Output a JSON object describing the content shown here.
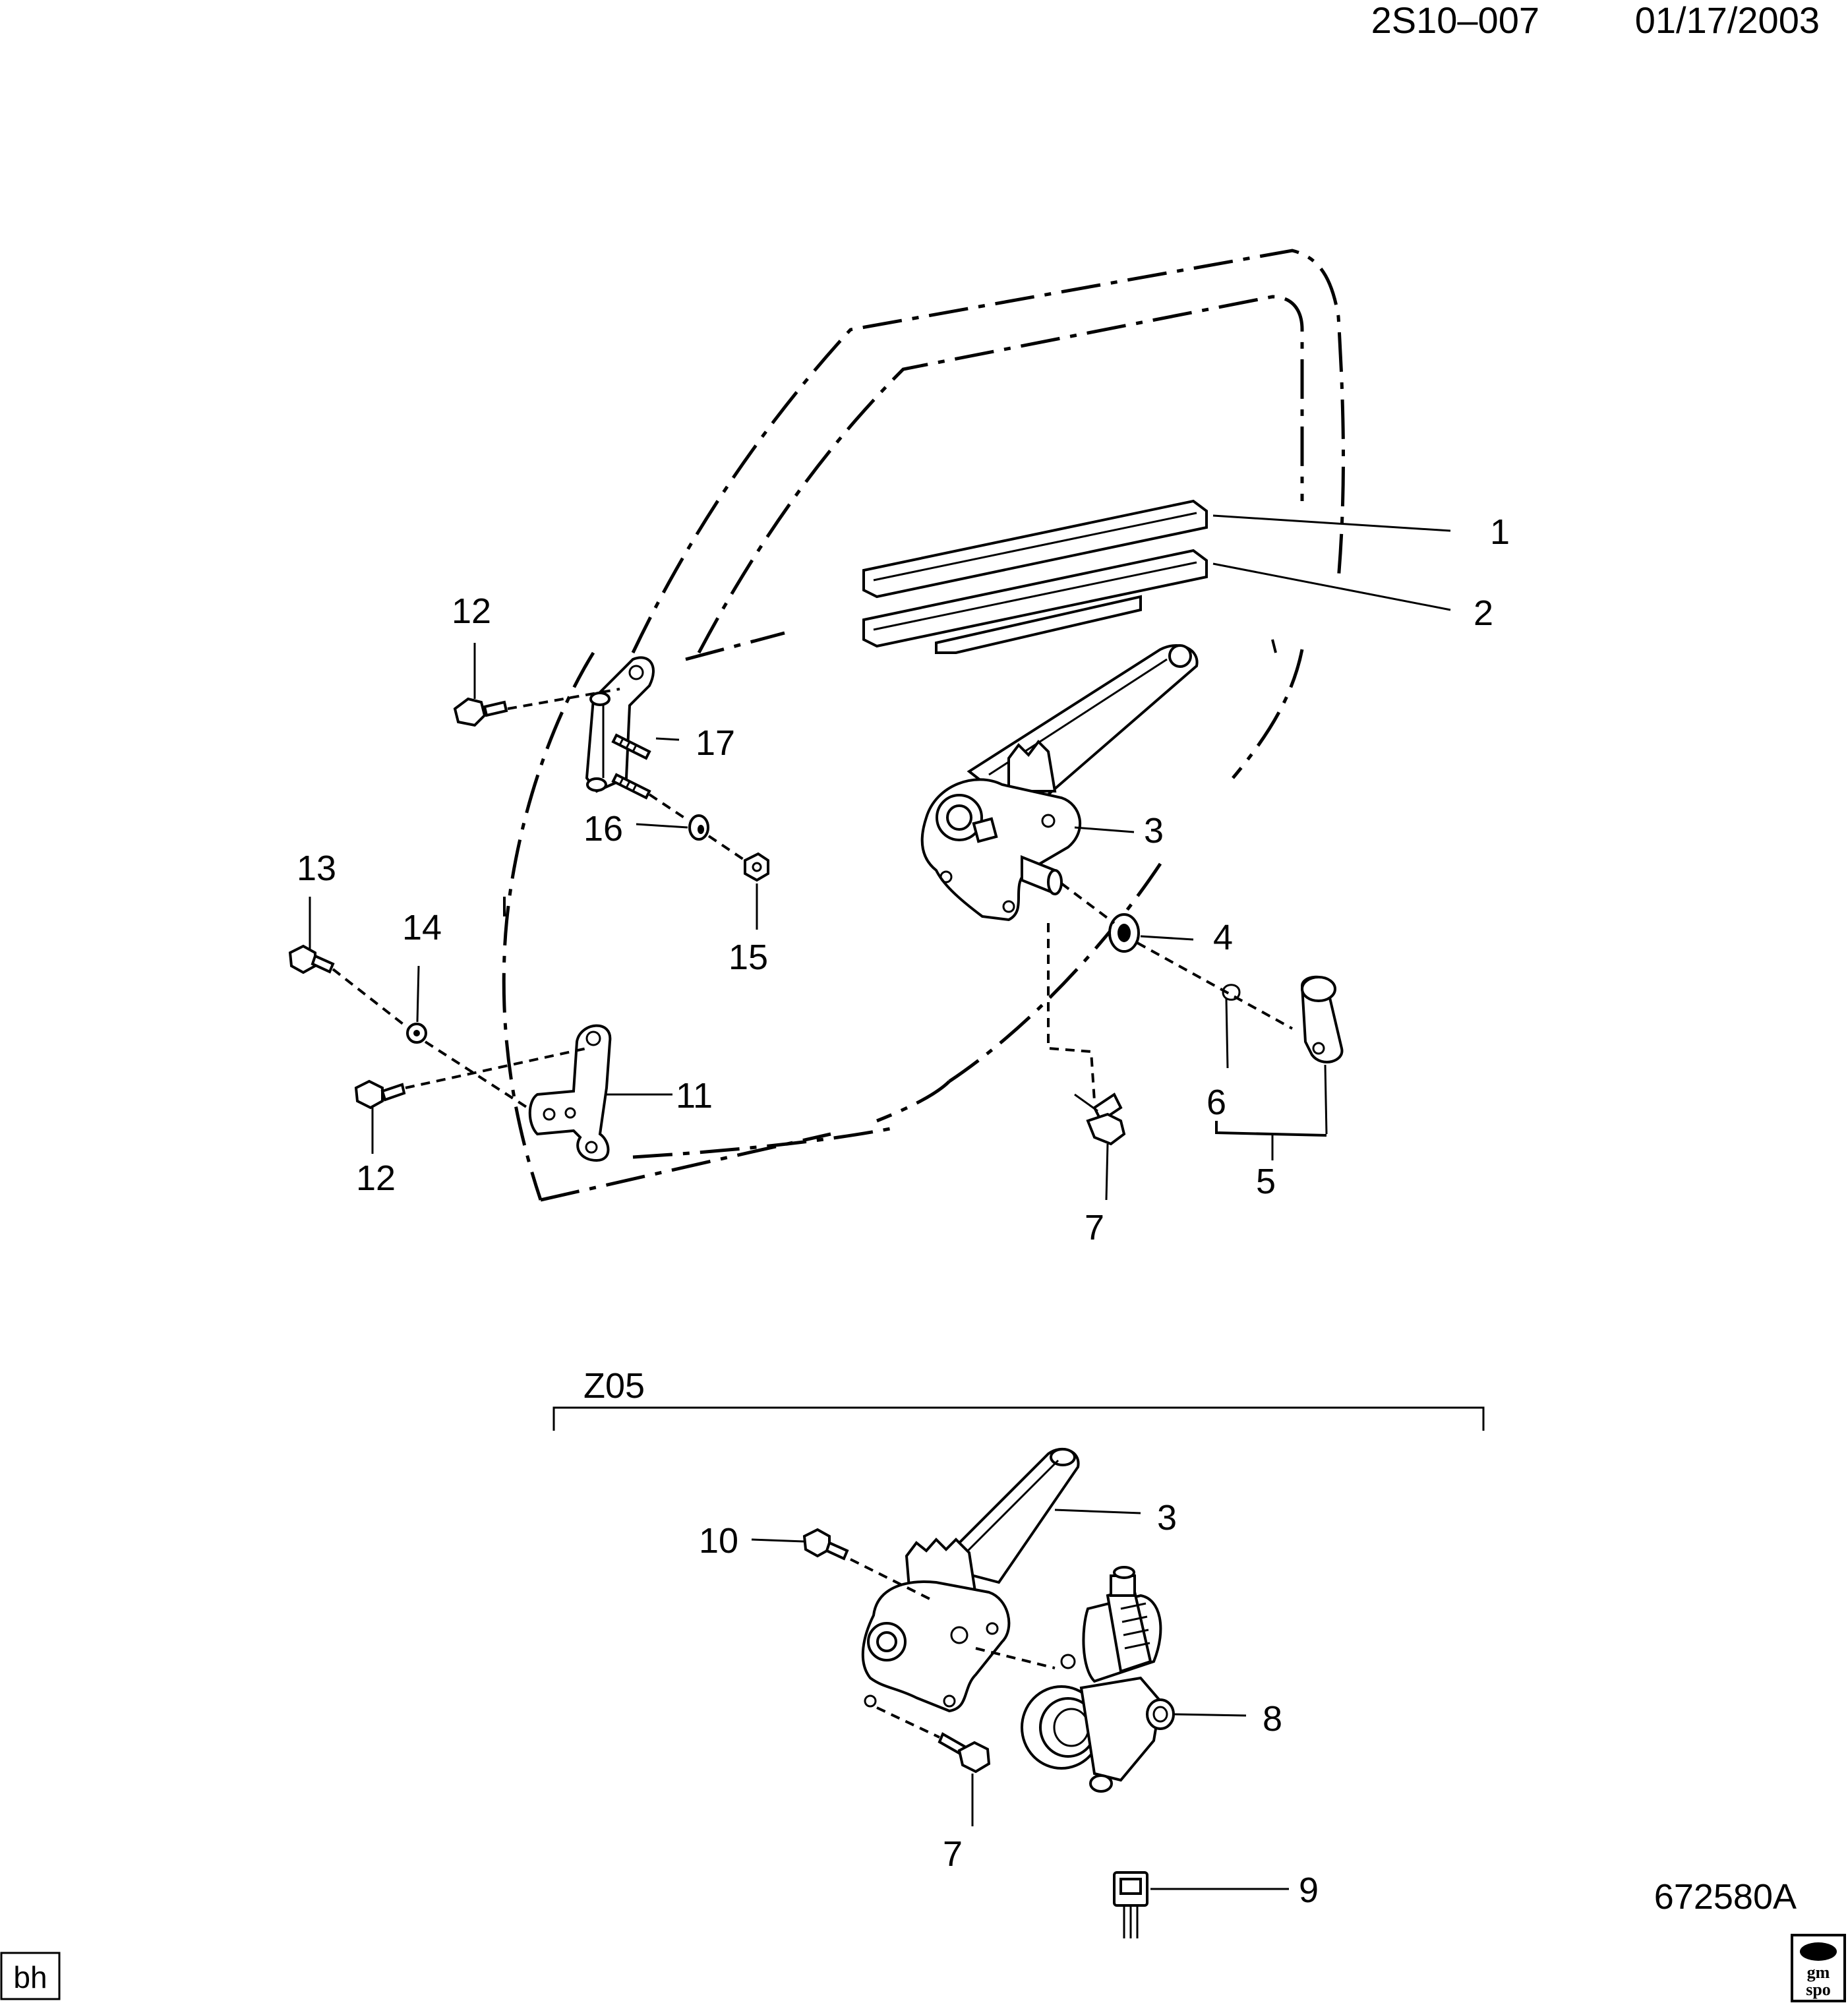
{
  "header": {
    "doc_code": "2S10–007",
    "date": "01/17/2003"
  },
  "callouts": {
    "c1": "1",
    "c2": "2",
    "c3": "3",
    "c4": "4",
    "c5": "5",
    "c6": "6",
    "c7a": "7",
    "c12a": "12",
    "c17": "17",
    "c16": "16",
    "c15": "15",
    "c13": "13",
    "c14": "14",
    "c11": "11",
    "c12b": "12",
    "c3b": "3",
    "c10": "10",
    "c8": "8",
    "c7b": "7",
    "c9": "9"
  },
  "option_group": {
    "label": "Z05"
  },
  "illustration_number": "672580A",
  "footer": {
    "left_badge": "bh",
    "logo_text_top": "gm",
    "logo_text_bottom": "spo"
  }
}
